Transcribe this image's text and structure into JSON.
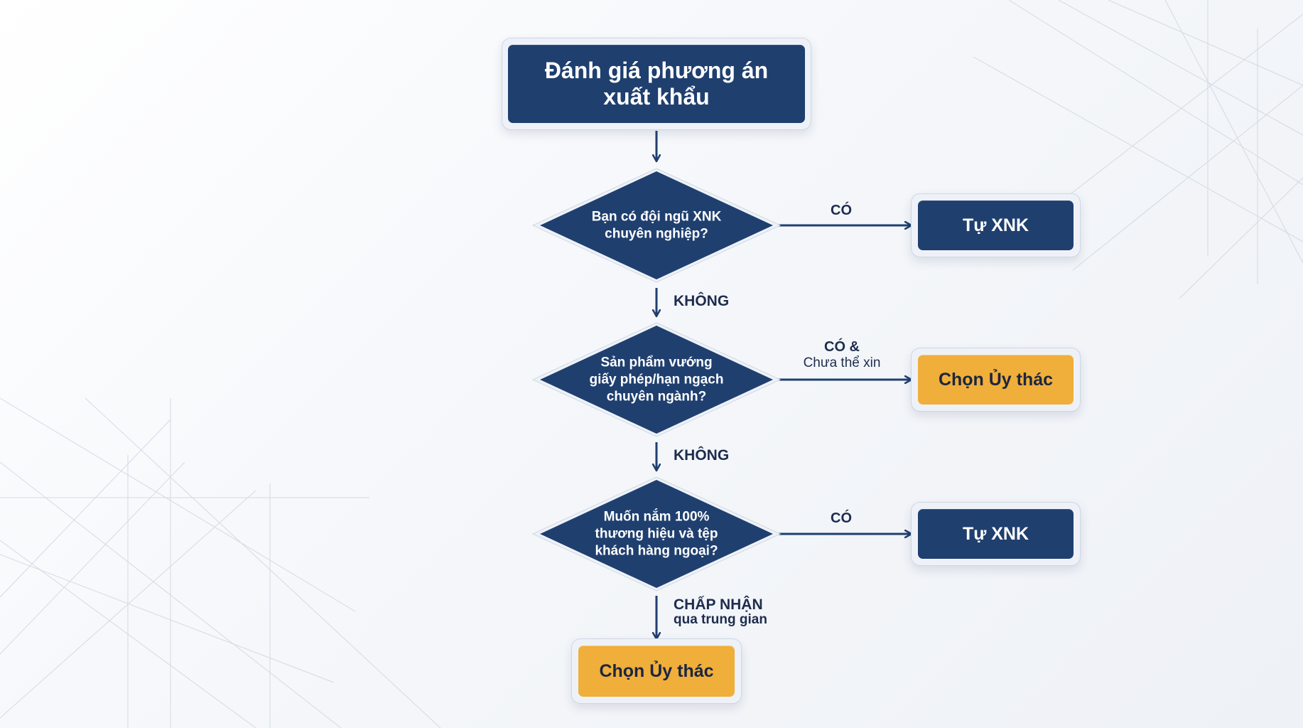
{
  "diagram": {
    "start": {
      "title": "Đánh giá phương án\nxuất khẩu"
    },
    "decisions": [
      {
        "question": "Bạn có đội ngũ XNK\nchuyên nghiệp?",
        "yes_label": "CÓ",
        "yes_outcome": "Tự XNK",
        "no_label": "KHÔNG"
      },
      {
        "question": "Sản phẩm vướng\ngiấy phép/hạn ngạch\nchuyên ngành?",
        "yes_label": "CÓ &",
        "yes_label_sub": "Chưa thể xin",
        "yes_outcome": "Chọn Ủy thác",
        "no_label": "KHÔNG"
      },
      {
        "question": "Muốn nắm 100%\nthương hiệu và tệp\nkhách hàng ngoại?",
        "yes_label": "CÓ",
        "yes_outcome": "Tự XNK",
        "no_label": "CHẤP NHẬN",
        "no_label_sub": "qua trung gian"
      }
    ],
    "end": {
      "outcome": "Chọn Ủy thác"
    }
  },
  "colors": {
    "navy": "#1f3f6f",
    "amber": "#f0ae3a",
    "text_dark": "#1e2c4d",
    "background": "#f3f5f9"
  }
}
